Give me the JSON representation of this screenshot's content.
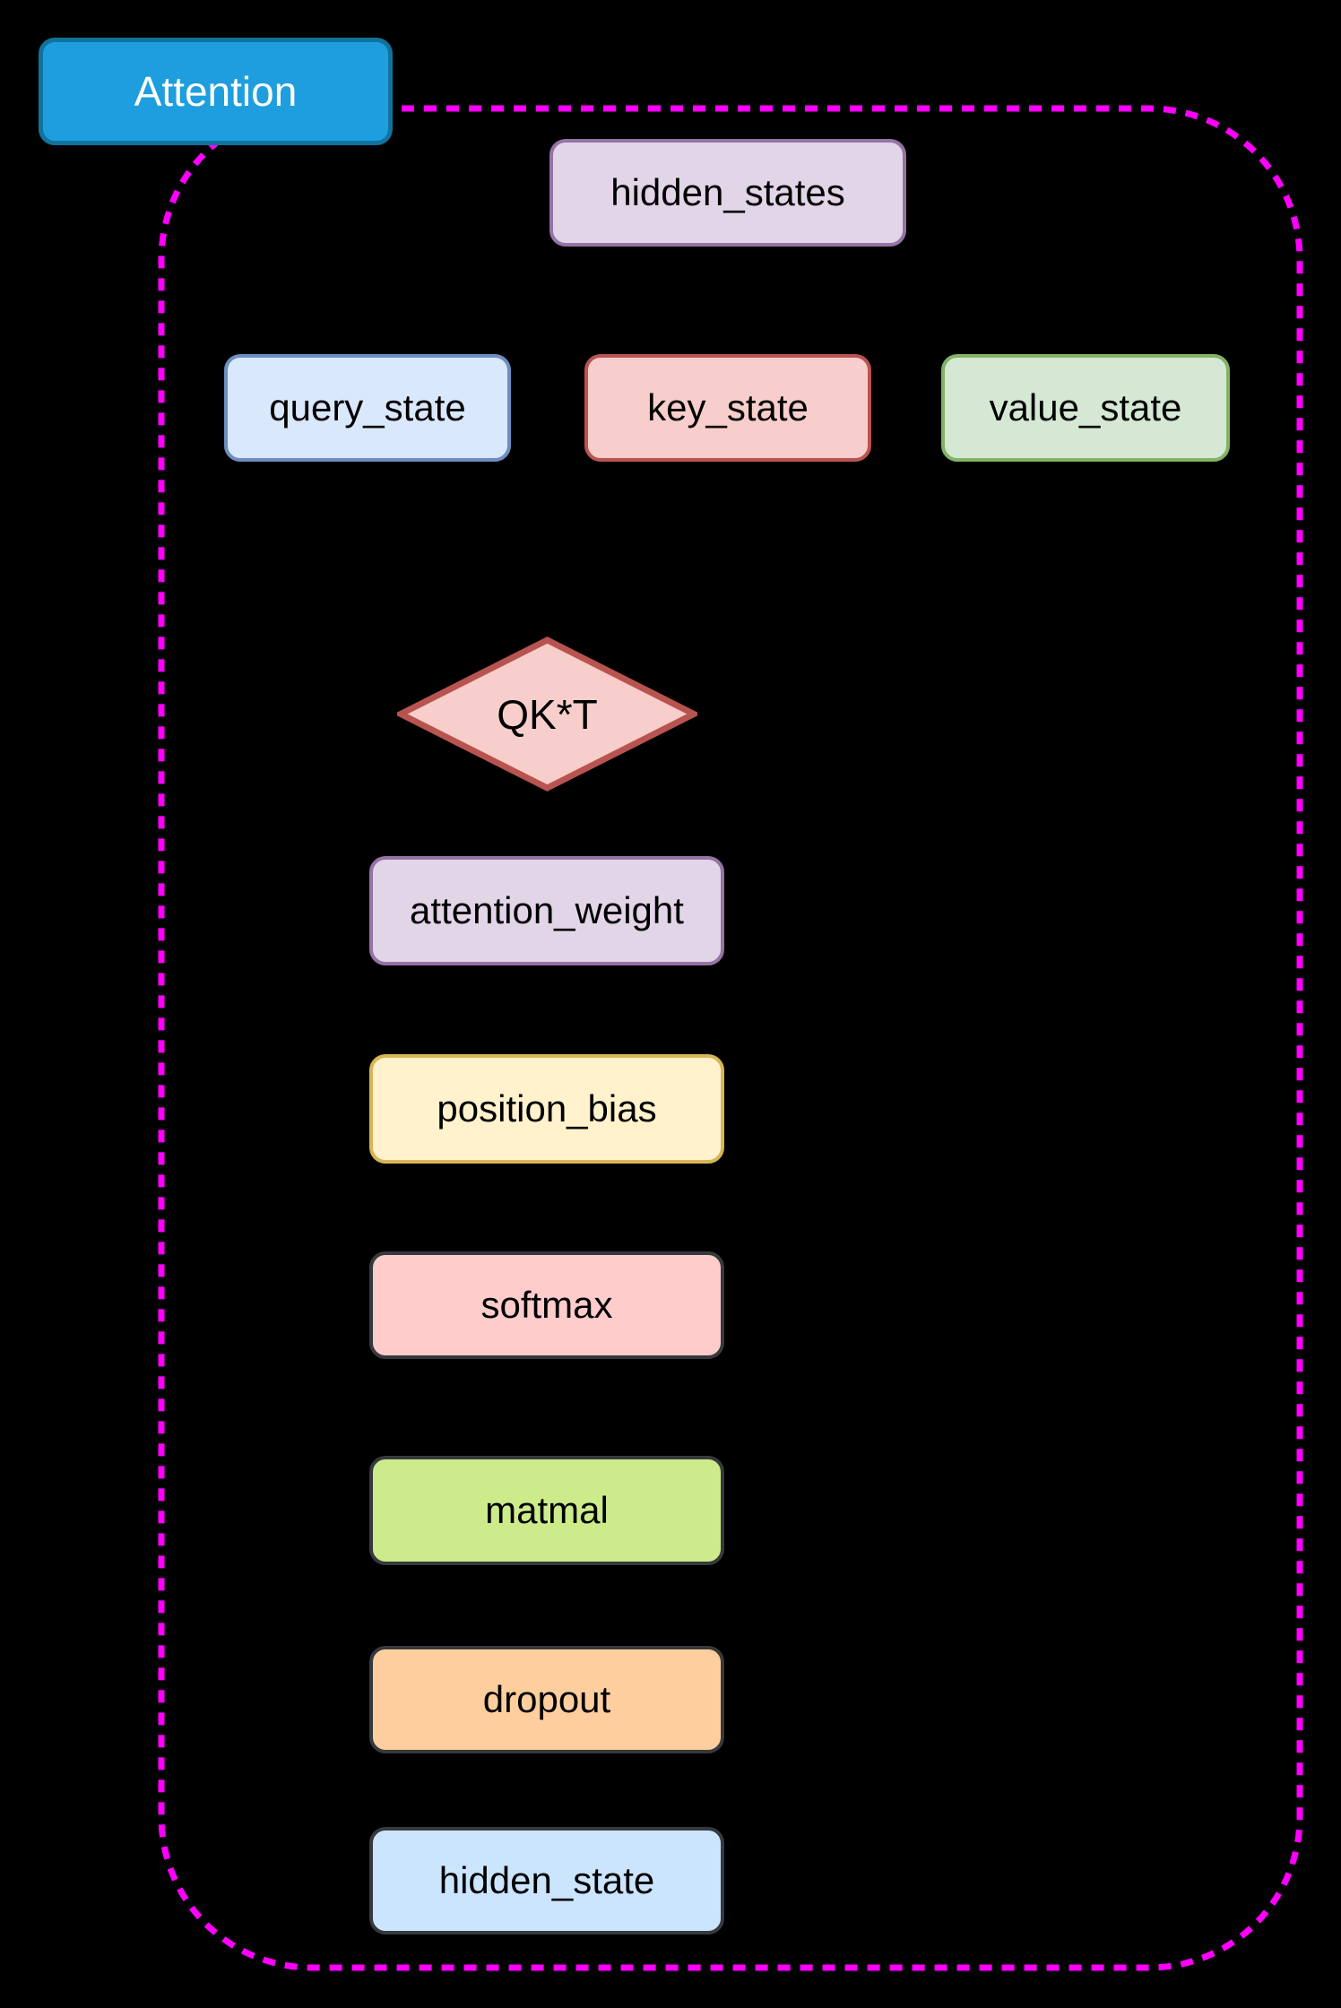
{
  "diagram": {
    "background_color": "#000000",
    "title_button": {
      "label": "Attention",
      "fill": "#1E9EDE",
      "stroke": "#10739E",
      "text_color": "#FFFFFF"
    },
    "boundary": {
      "style": "dashed",
      "color": "#FF00FF"
    },
    "nodes": [
      {
        "id": "hidden_states",
        "label": "hidden_states",
        "shape": "rounded-rect",
        "fill": "#E1D5E7",
        "stroke": "#9673A6"
      },
      {
        "id": "query_state",
        "label": "query_state",
        "shape": "rounded-rect",
        "fill": "#DAE8FC",
        "stroke": "#6C8EBF"
      },
      {
        "id": "key_state",
        "label": "key_state",
        "shape": "rounded-rect",
        "fill": "#F8CECC",
        "stroke": "#B85450"
      },
      {
        "id": "value_state",
        "label": "value_state",
        "shape": "rounded-rect",
        "fill": "#D5E8D4",
        "stroke": "#82B366"
      },
      {
        "id": "qkt",
        "label": "QK*T",
        "shape": "diamond",
        "fill": "#F8CECC",
        "stroke": "#B85450"
      },
      {
        "id": "attention_weight",
        "label": "attention_weight",
        "shape": "rounded-rect",
        "fill": "#E1D5E7",
        "stroke": "#9673A6"
      },
      {
        "id": "position_bias",
        "label": "position_bias",
        "shape": "rounded-rect",
        "fill": "#FFF2CC",
        "stroke": "#D6B656"
      },
      {
        "id": "softmax",
        "label": "softmax",
        "shape": "rounded-rect",
        "fill": "#FFCCCC",
        "stroke": "#36393D"
      },
      {
        "id": "matmal",
        "label": "matmal",
        "shape": "rounded-rect",
        "fill": "#CDEB8B",
        "stroke": "#36393D"
      },
      {
        "id": "dropout",
        "label": "dropout",
        "shape": "rounded-rect",
        "fill": "#FFCE9F",
        "stroke": "#36393D"
      },
      {
        "id": "hidden_state",
        "label": "hidden_state",
        "shape": "rounded-rect",
        "fill": "#CCE5FF",
        "stroke": "#36393D"
      }
    ]
  }
}
